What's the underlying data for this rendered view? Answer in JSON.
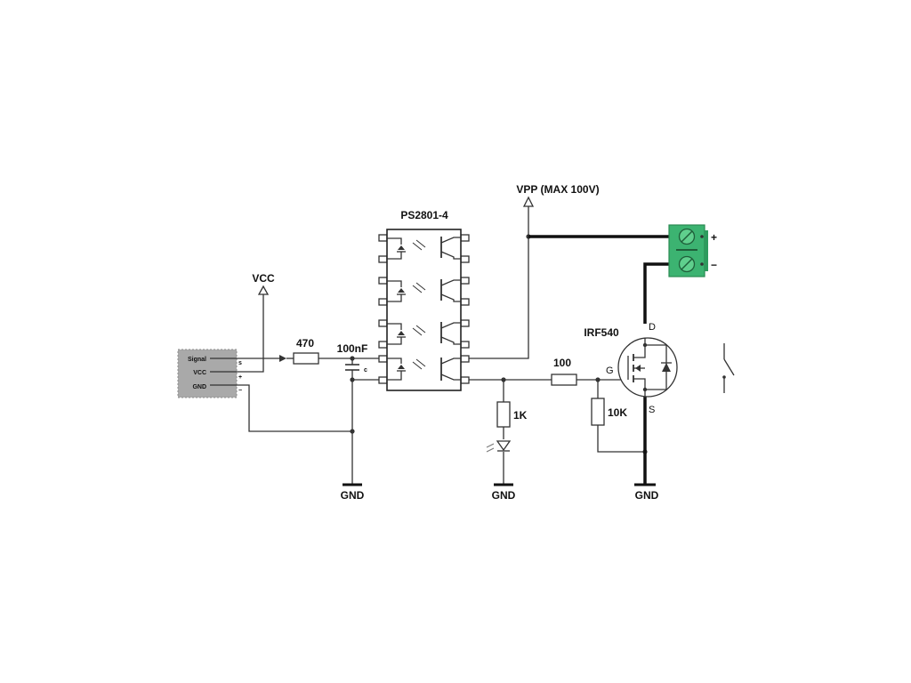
{
  "ic": {
    "name": "PS2801-4"
  },
  "supply": {
    "vpp": "VPP (MAX 100V)",
    "vcc": "VCC"
  },
  "resistors": {
    "r_in": "470",
    "r_led": "1K",
    "r_gate": "100",
    "r_pulldown": "10K"
  },
  "capacitor": {
    "value": "100nF",
    "tag": "c"
  },
  "mosfet": {
    "name": "IRF540",
    "drain": "D",
    "gate": "G",
    "source": "S"
  },
  "connector": {
    "signal": "Signal",
    "vcc": "VCC",
    "gnd": "GND",
    "pin_s": "s",
    "pin_plus": "+",
    "pin_minus": "−"
  },
  "terminal": {
    "plus": "+",
    "minus": "−",
    "color": "#3cb371"
  },
  "ground": {
    "label1": "GND",
    "label2": "GND",
    "label3": "GND"
  }
}
